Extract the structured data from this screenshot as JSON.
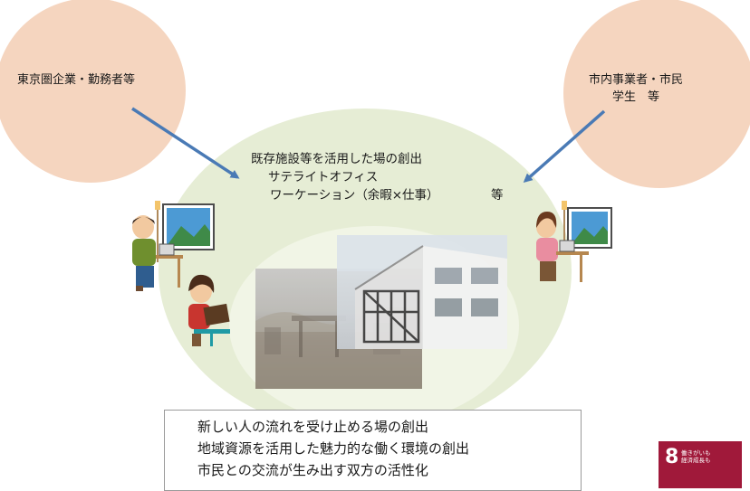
{
  "diagram": {
    "left_circle_label": "東京圏企業・勤務者等",
    "right_circle_label": "市内事業者・市民\n学生　等",
    "center": {
      "line1": "既存施設等を活用した場の創出",
      "line2": "サテライトオフィス",
      "line3": "ワーケーション（余暇×仕事）",
      "suffix": "等"
    },
    "bottom_box": {
      "line1": "新しい人の流れを受け止める場の創出",
      "line2": "地域資源を活用した魅力的な働く環境の創出",
      "line3": "市民との交流が生み出す双方の活性化"
    },
    "sdg_badge": {
      "number": "8",
      "line1": "働きがいも",
      "line2": "経済成長も"
    }
  },
  "colors": {
    "outer_circles": "#f5d5bf",
    "center_ellipse": "#e6edd5",
    "arrows": "#4a7ab5",
    "sdg_badge": "#a0193a"
  }
}
